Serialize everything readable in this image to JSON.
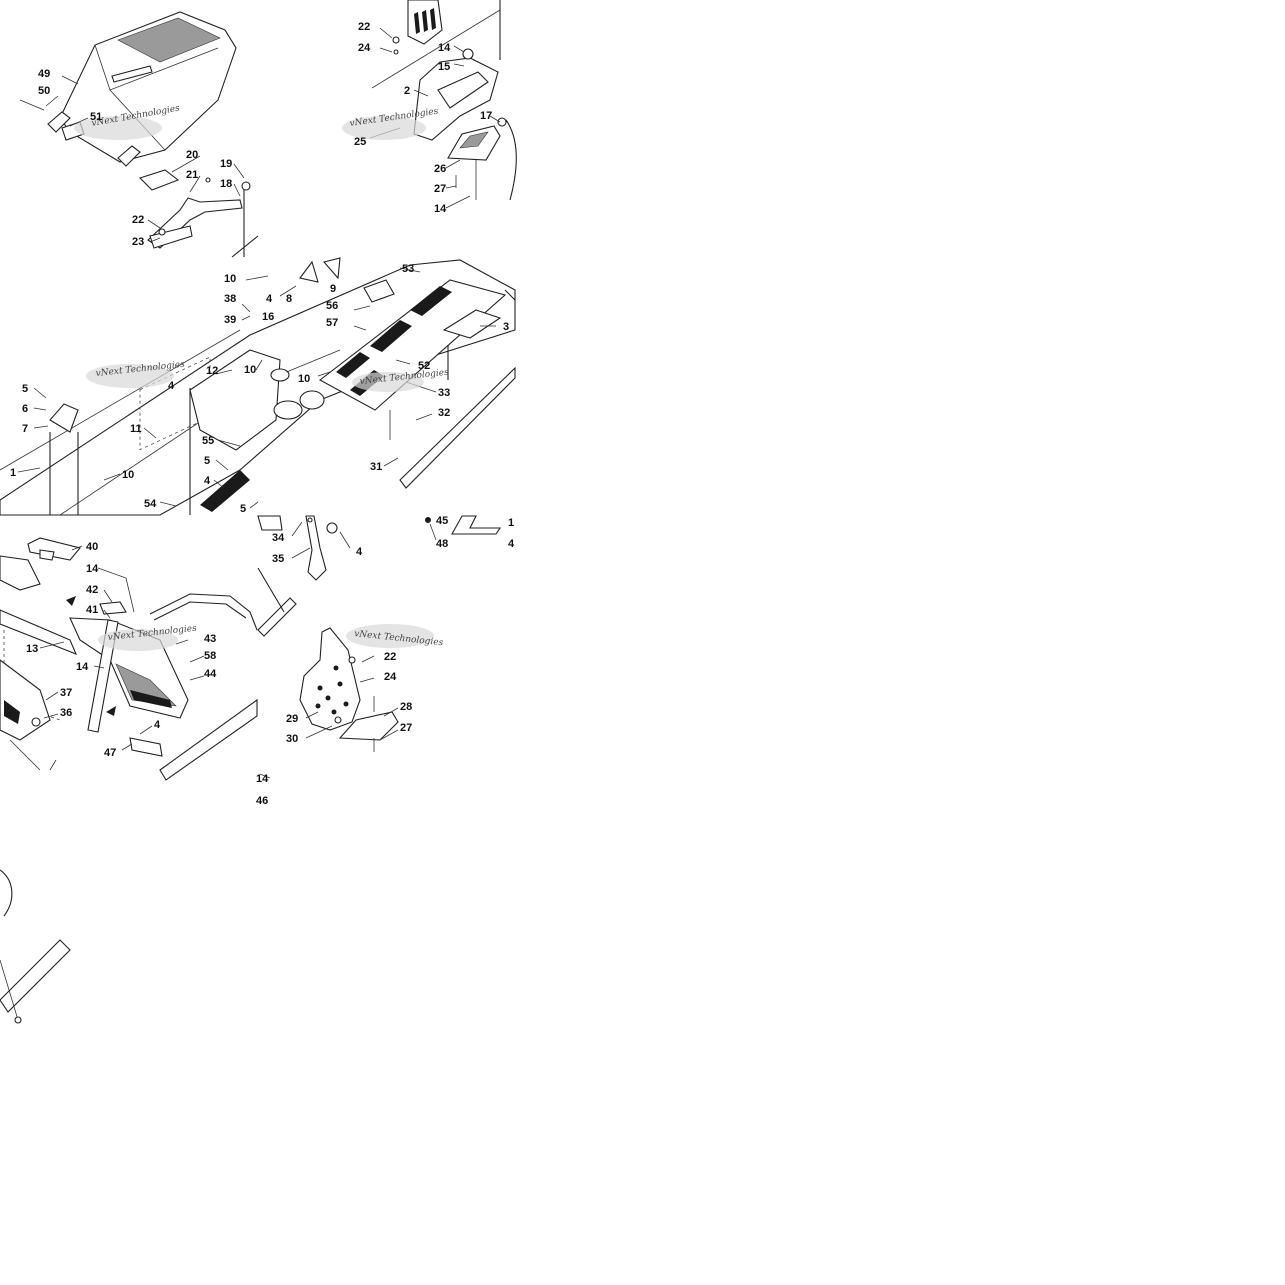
{
  "watermark": "vNext Technologies",
  "callouts": [
    {
      "id": "c49a",
      "text": "49"
    },
    {
      "id": "c50a",
      "text": "50"
    },
    {
      "id": "c51a",
      "text": "51"
    },
    {
      "id": "c20a",
      "text": "20"
    },
    {
      "id": "c21a",
      "text": "21"
    },
    {
      "id": "c19a",
      "text": "19"
    },
    {
      "id": "c18a",
      "text": "18"
    },
    {
      "id": "c22a",
      "text": "22"
    },
    {
      "id": "c23a",
      "text": "23"
    },
    {
      "id": "c22b",
      "text": "22"
    },
    {
      "id": "c24a",
      "text": "24"
    },
    {
      "id": "c14a",
      "text": "14"
    },
    {
      "id": "c15a",
      "text": "15"
    },
    {
      "id": "c2a",
      "text": "2"
    },
    {
      "id": "c17a",
      "text": "17"
    },
    {
      "id": "c25a",
      "text": "25"
    },
    {
      "id": "c26a",
      "text": "26"
    },
    {
      "id": "c27a",
      "text": "27"
    },
    {
      "id": "c14b",
      "text": "14"
    },
    {
      "id": "c10a",
      "text": "10"
    },
    {
      "id": "c38a",
      "text": "38"
    },
    {
      "id": "c4a",
      "text": "4"
    },
    {
      "id": "c8a",
      "text": "8"
    },
    {
      "id": "c9a",
      "text": "9"
    },
    {
      "id": "c53a",
      "text": "53"
    },
    {
      "id": "c39a",
      "text": "39"
    },
    {
      "id": "c16a",
      "text": "16"
    },
    {
      "id": "c56a",
      "text": "56"
    },
    {
      "id": "c57a",
      "text": "57"
    },
    {
      "id": "c3a",
      "text": "3"
    },
    {
      "id": "c12a",
      "text": "12"
    },
    {
      "id": "c10b",
      "text": "10"
    },
    {
      "id": "c10c",
      "text": "10"
    },
    {
      "id": "c52a",
      "text": "52"
    },
    {
      "id": "c5a",
      "text": "5"
    },
    {
      "id": "c4b",
      "text": "4"
    },
    {
      "id": "c33a",
      "text": "33"
    },
    {
      "id": "c6a",
      "text": "6"
    },
    {
      "id": "c32a",
      "text": "32"
    },
    {
      "id": "c7a",
      "text": "7"
    },
    {
      "id": "c11a",
      "text": "11"
    },
    {
      "id": "c55a",
      "text": "55"
    },
    {
      "id": "c5b",
      "text": "5"
    },
    {
      "id": "c31a",
      "text": "31"
    },
    {
      "id": "c1a",
      "text": "1"
    },
    {
      "id": "c10d",
      "text": "10"
    },
    {
      "id": "c4c",
      "text": "4"
    },
    {
      "id": "c54a",
      "text": "54"
    },
    {
      "id": "c5c",
      "text": "5"
    },
    {
      "id": "c34a",
      "text": "34"
    },
    {
      "id": "c35a",
      "text": "35"
    },
    {
      "id": "c4d",
      "text": "4"
    },
    {
      "id": "c45a",
      "text": "45"
    },
    {
      "id": "c48a",
      "text": "48"
    },
    {
      "id": "c1b",
      "text": "1"
    },
    {
      "id": "c4e",
      "text": "4"
    },
    {
      "id": "c40a",
      "text": "40"
    },
    {
      "id": "c14c",
      "text": "14"
    },
    {
      "id": "c42a",
      "text": "42"
    },
    {
      "id": "c41a",
      "text": "41"
    },
    {
      "id": "c13a",
      "text": "13"
    },
    {
      "id": "c43a",
      "text": "43"
    },
    {
      "id": "c58a",
      "text": "58"
    },
    {
      "id": "c14d",
      "text": "14"
    },
    {
      "id": "c44a",
      "text": "44"
    },
    {
      "id": "c37a",
      "text": "37"
    },
    {
      "id": "c36a",
      "text": "36"
    },
    {
      "id": "c4f",
      "text": "4"
    },
    {
      "id": "c47a",
      "text": "47"
    },
    {
      "id": "c22c",
      "text": "22"
    },
    {
      "id": "c24b",
      "text": "24"
    },
    {
      "id": "c28a",
      "text": "28"
    },
    {
      "id": "c29a",
      "text": "29"
    },
    {
      "id": "c27b",
      "text": "27"
    },
    {
      "id": "c30a",
      "text": "30"
    },
    {
      "id": "c14e",
      "text": "14"
    },
    {
      "id": "c46a",
      "text": "46"
    }
  ]
}
